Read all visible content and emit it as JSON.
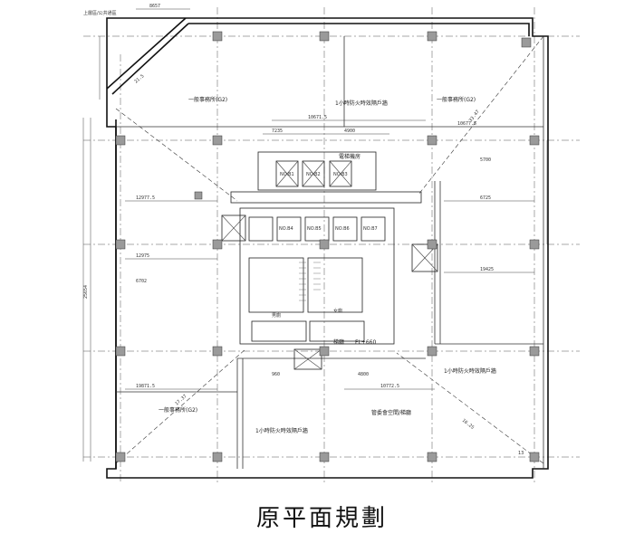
{
  "caption": "原平面規劃",
  "labels": {
    "top_left_note": "上層區/公共通區",
    "office_nw": "一般事務所(G2)",
    "office_ne": "一般事務所(G2)",
    "office_sw": "一般事務所(G2)",
    "firewall_top": "1小時防火時效隔戶牆",
    "firewall_right": "1小時防火時效隔戶牆",
    "firewall_bottom": "1小時防火時效隔戶牆",
    "equipment_room": "電梯機房",
    "elevator_rooms": [
      "NO.B1",
      "NO.B2",
      "NO.B3",
      "NO.B4",
      "NO.B5",
      "NO.B6",
      "NO.B7"
    ],
    "male_wc": "男廁",
    "female_wc": "女廁",
    "lobby": "梯廳",
    "level": "FL+660",
    "mgmt": "管委會空間/梯廳",
    "small_13": "13"
  },
  "dims": {
    "d_top": "8657",
    "d_center_top": "10671.5",
    "d_ne_top": "10677.5",
    "d_row1": "12977.5",
    "d_row2": "12975",
    "d_right": "19425",
    "d_right2": "6725",
    "d_bottom": "10772.5",
    "d_west": "19871.5",
    "d_west2": "25654",
    "d_diag_nw": "21.5",
    "d_diag_ne": "33.47",
    "d_diag_se": "16.25",
    "d_diag_sw": "17.37",
    "d_core_w": "7235",
    "d_core_w2": "4900",
    "d_inner": "5700",
    "d_s": "960",
    "d_s2": "4800",
    "d_left_small": "6702"
  }
}
